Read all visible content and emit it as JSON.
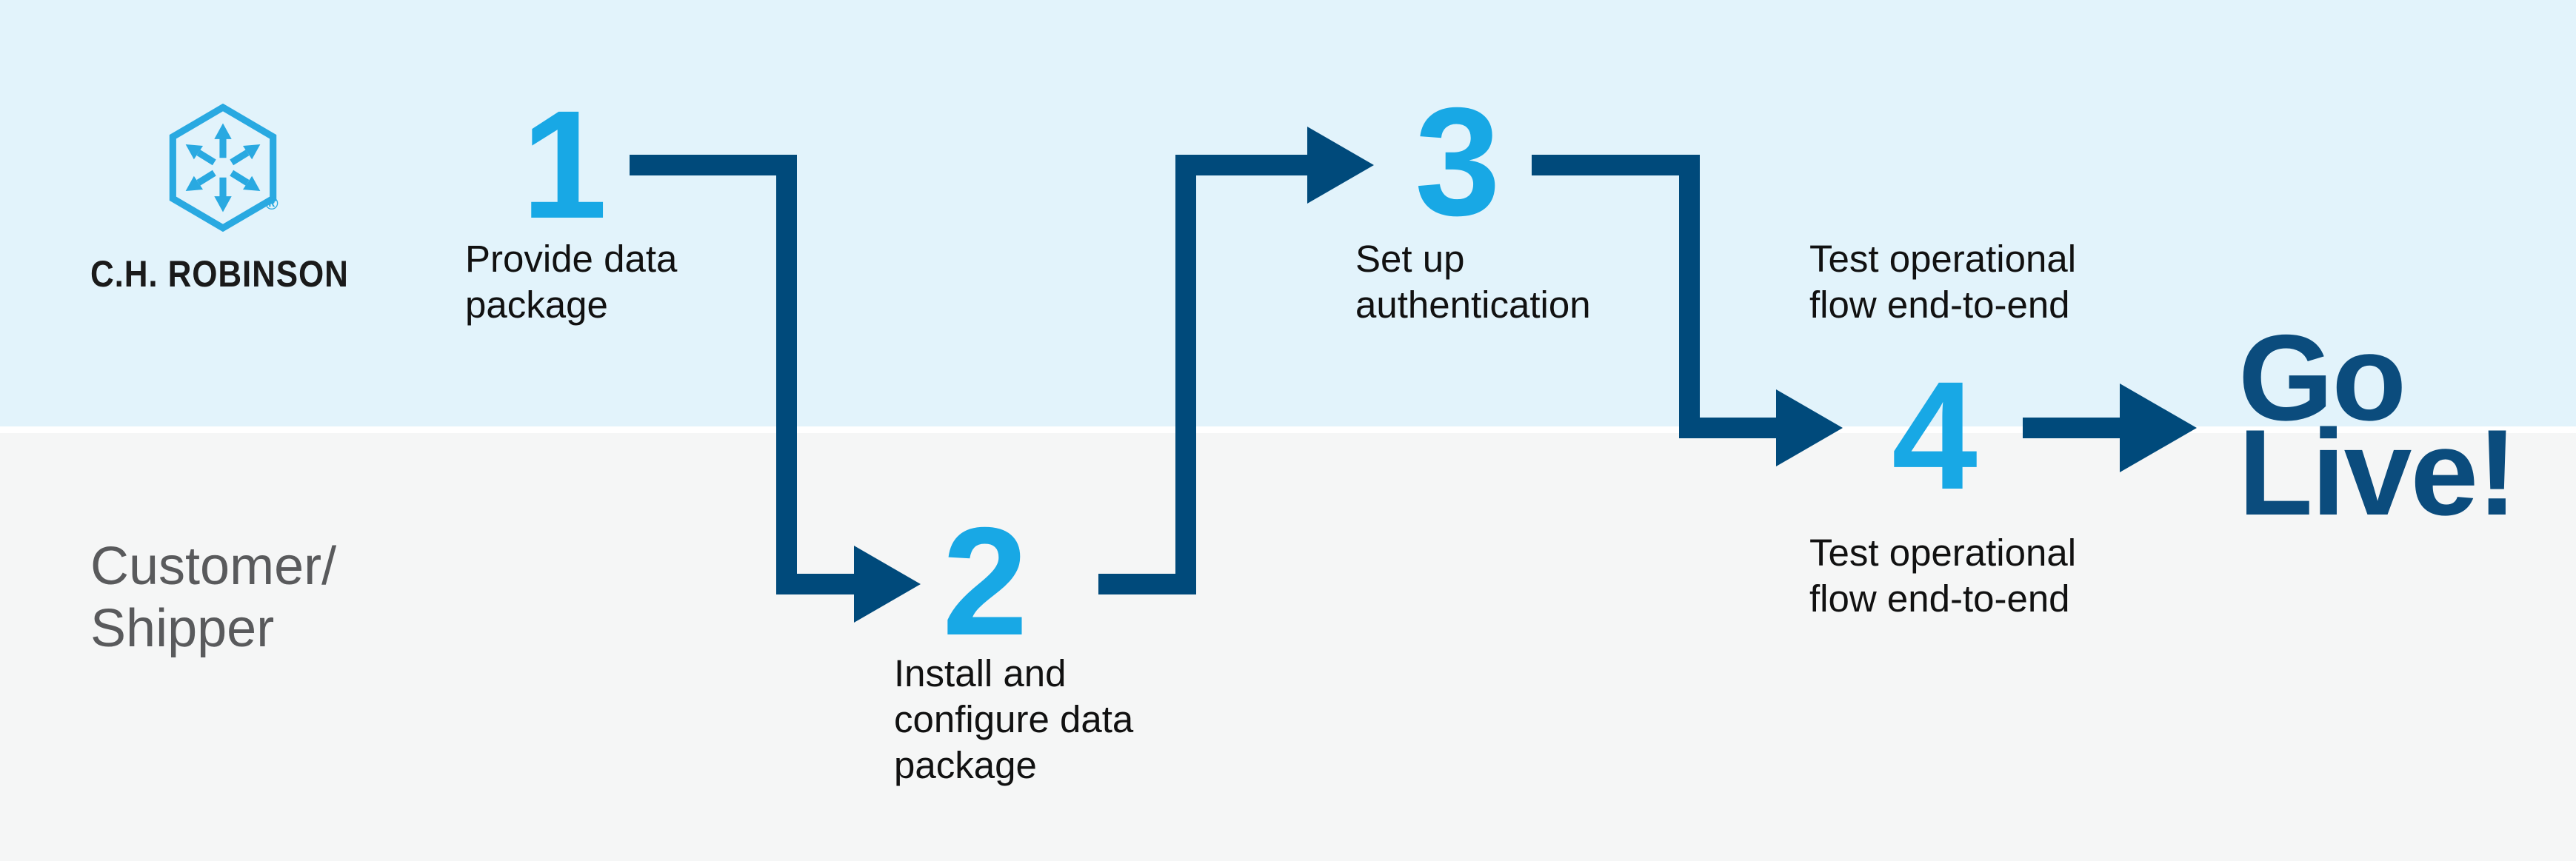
{
  "brand": {
    "wordmark": "C.H. ROBINSON",
    "registered_symbol": "®",
    "logo_icon": "hexagon-arrows",
    "logo_color": "#29A9E1"
  },
  "lanes": {
    "top": {
      "background": "#E2F3FB"
    },
    "bottom": {
      "background": "#F5F6F6",
      "label_lines": [
        "Customer/",
        "Shipper"
      ],
      "label_color": "#595A5C"
    },
    "divider_color": "#FFFFFF"
  },
  "steps": [
    {
      "number": "1",
      "label_lines": [
        "Provide data",
        "package"
      ]
    },
    {
      "number": "2",
      "label_lines": [
        "Install and",
        "configure data",
        "package"
      ]
    },
    {
      "number": "3",
      "label_lines": [
        "Set up",
        "authentication"
      ]
    },
    {
      "number": "4",
      "label_top_lines": [
        "Test operational",
        "flow end-to-end"
      ],
      "label_bottom_lines": [
        "Test operational",
        "flow end-to-end"
      ]
    }
  ],
  "flow": {
    "connections": [
      "1 → 2",
      "2 → 3",
      "3 → 4",
      "4 → Go Live!"
    ],
    "arrow_color": "#004A7B"
  },
  "outcome": {
    "line1": "Go",
    "line2": "Live!",
    "color": "#0B4C7D"
  },
  "colors": {
    "step_number": "#18A8E5",
    "label_text": "#111111"
  }
}
